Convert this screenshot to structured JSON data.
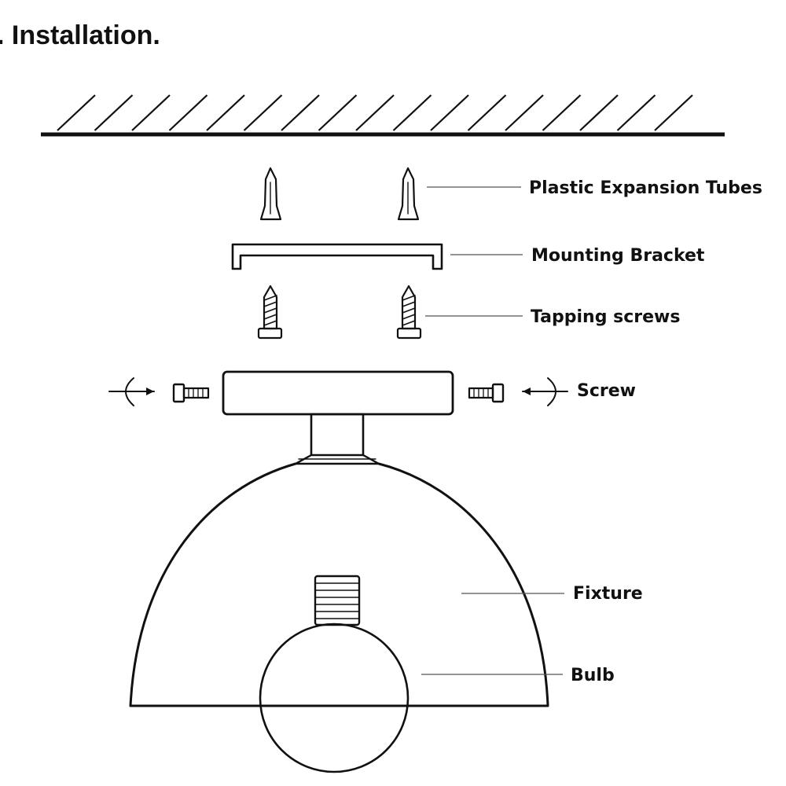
{
  "title": ". Installation.",
  "labels": {
    "expansion_tubes": "Plastic Expansion Tubes",
    "mounting_bracket": "Mounting Bracket",
    "tapping_screws": "Tapping screws",
    "screw": "Screw",
    "fixture": "Fixture",
    "bulb": "Bulb"
  },
  "colors": {
    "line": "#111111",
    "leader": "#555555",
    "background": "#ffffff"
  }
}
